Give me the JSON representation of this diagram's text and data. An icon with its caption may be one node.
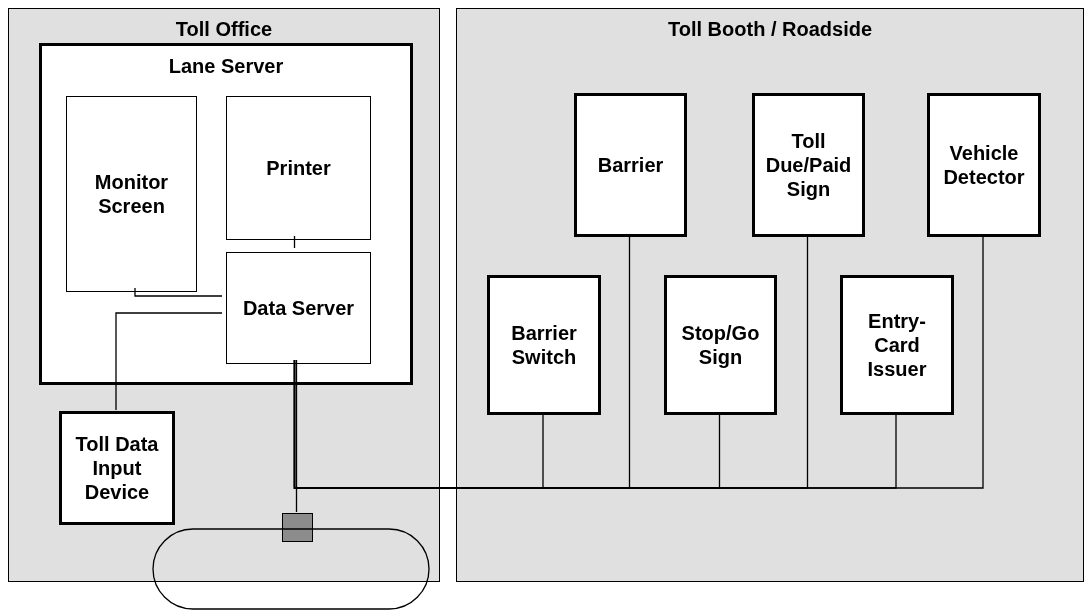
{
  "diagram": {
    "nodes": [
      {
        "text": [
          "Toll Office"
        ]
      },
      {
        "text": [
          "Lane Server"
        ],
        "in": 0
      },
      {
        "text": [
          "Monitor Screen"
        ],
        "in": 1
      },
      {
        "text": [
          "Printer"
        ],
        "in": 1
      },
      {
        "text": [
          "Data Server"
        ],
        "in": 1
      },
      {
        "text": [
          "Toll Data Input Device"
        ],
        "in": 0
      },
      {
        "text": [
          "Toll Booth / Roadside"
        ]
      },
      {
        "text": [
          "Barrier"
        ],
        "in": 6
      },
      {
        "text": [
          "Toll Due/Paid Sign"
        ],
        "in": 6
      },
      {
        "text": [
          "Vehicle Detector"
        ],
        "in": 6
      },
      {
        "text": [
          "Barrier Switch"
        ],
        "in": 6
      },
      {
        "text": [
          "Stop/Go Sign"
        ],
        "in": 6
      },
      {
        "text": [
          "Entry-Card Issuer"
        ],
        "in": 6
      },
      {
        "text": [],
        "shape": "oval"
      },
      {
        "text": [],
        "shape": "box",
        "in": 0
      }
    ],
    "edges": [
      {
        "from": 2,
        "to": 4,
        "arrow": "none"
      },
      {
        "from": 3,
        "to": 4,
        "arrow": "none"
      },
      {
        "from": 5,
        "to": 4,
        "arrow": "none"
      },
      {
        "from": 4,
        "to": 14,
        "arrow": "none"
      },
      {
        "from": 4,
        "to": 10,
        "arrow": "none"
      },
      {
        "from": 4,
        "to": 7,
        "arrow": "none"
      },
      {
        "from": 4,
        "to": 11,
        "arrow": "none"
      },
      {
        "from": 4,
        "to": 8,
        "arrow": "none"
      },
      {
        "from": 4,
        "to": 12,
        "arrow": "none"
      },
      {
        "from": 4,
        "to": 9,
        "arrow": "none"
      }
    ]
  }
}
